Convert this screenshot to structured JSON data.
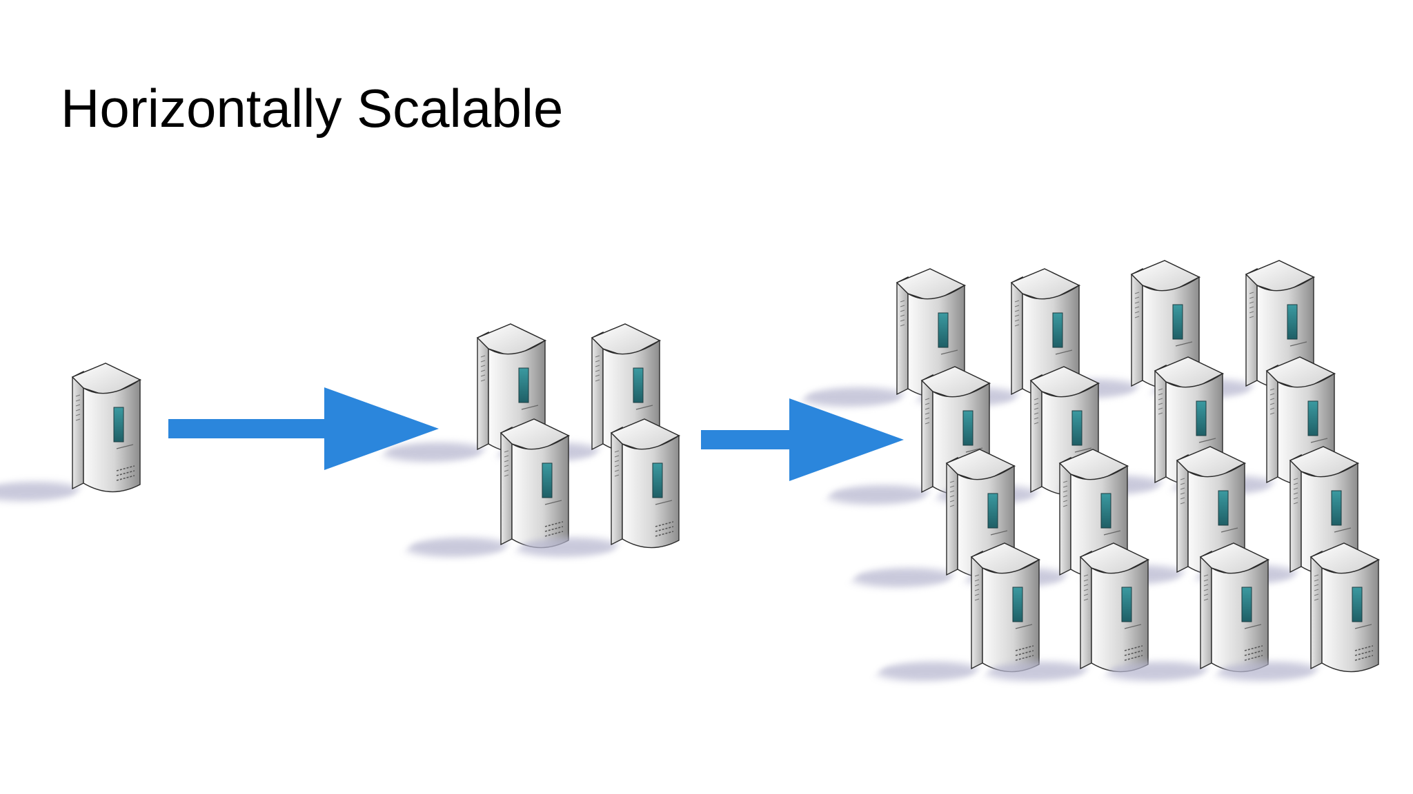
{
  "slide": {
    "title": "Horizontally Scalable"
  },
  "diagram": {
    "stages": [
      {
        "server_count": 1
      },
      {
        "server_count": 4
      },
      {
        "server_count": 16
      }
    ],
    "transition_count": 2,
    "icons": {
      "server": "server-tower-icon",
      "arrow": "arrow-right-icon"
    },
    "colors": {
      "arrow": "#2b86dc",
      "server_light": "#f4f4f4",
      "server_dark": "#8a8a8a",
      "server_screen": "#2f7f86",
      "shadow": "#b8b8d0"
    }
  }
}
